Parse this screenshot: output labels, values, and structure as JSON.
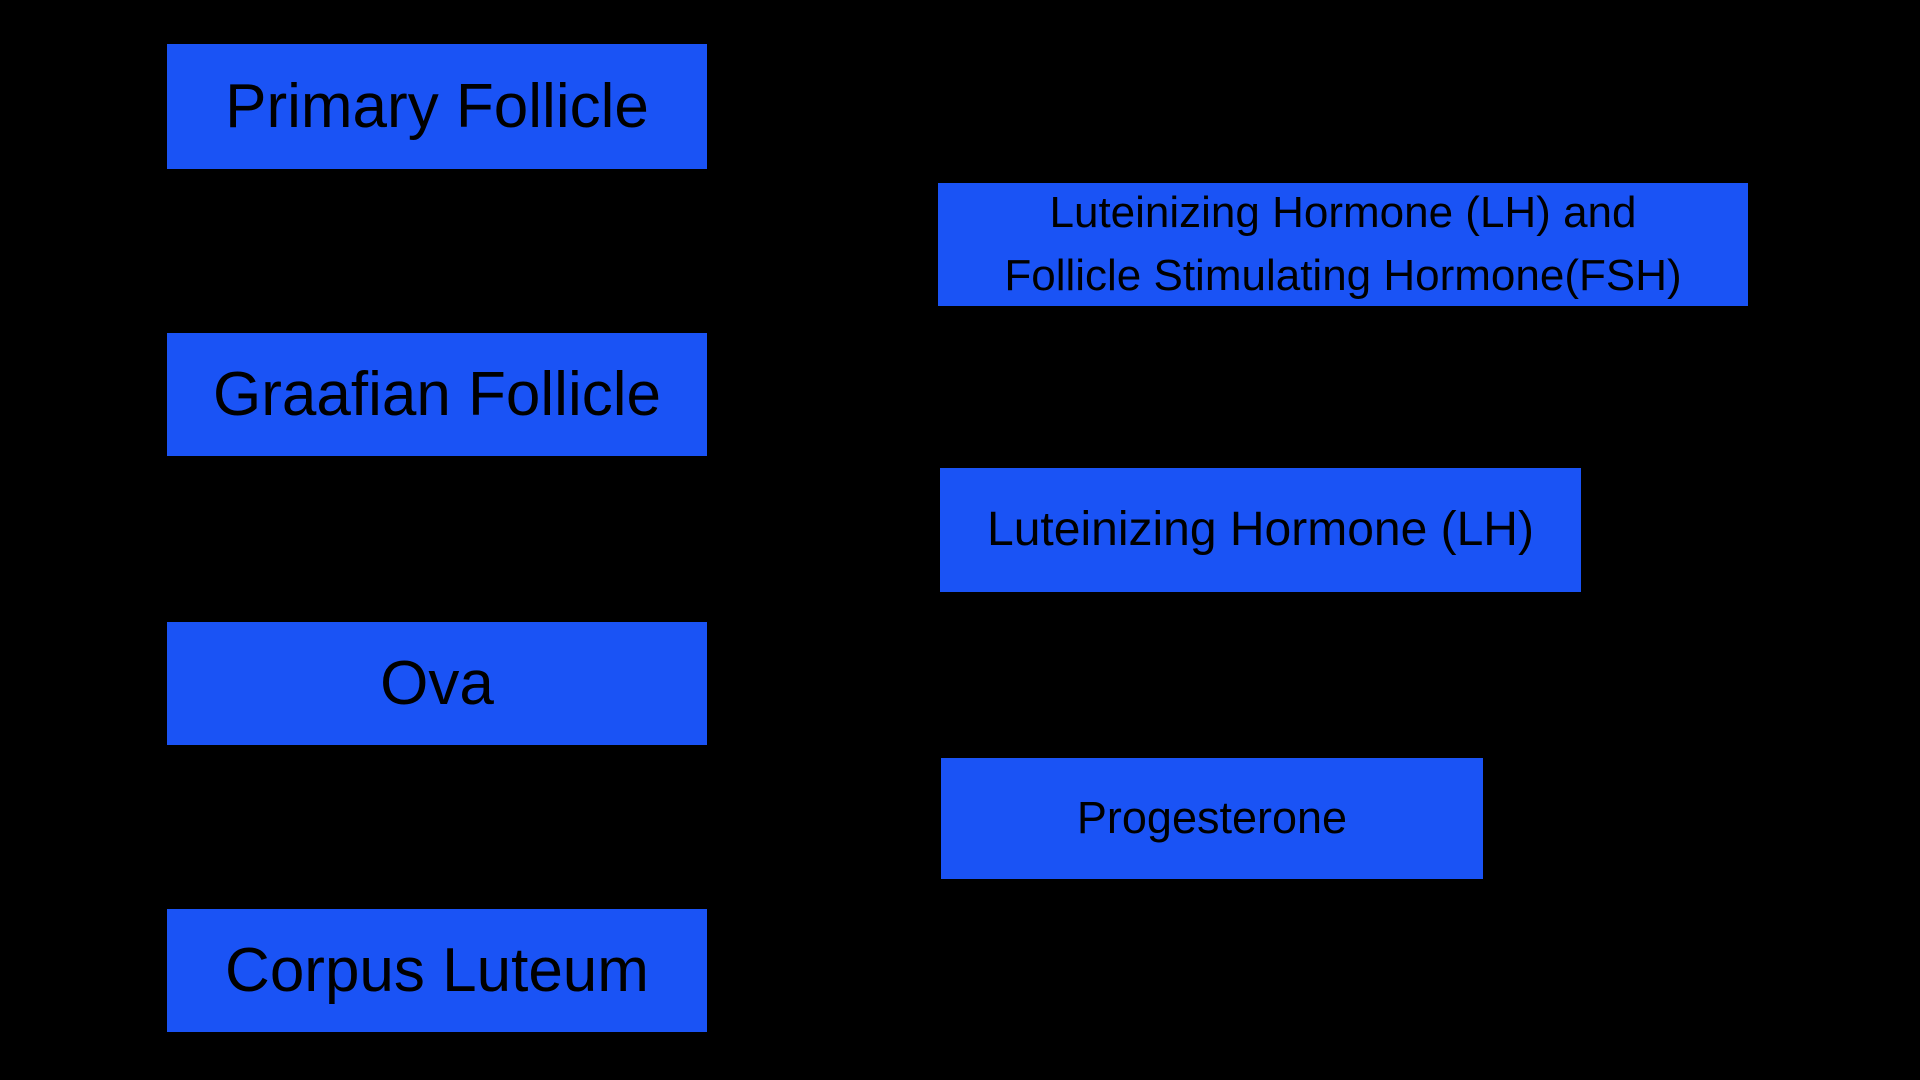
{
  "diagram": {
    "type": "flowchart",
    "background_color": "#000000",
    "node_fill_color": "#1a53f5",
    "node_text_color": "#000000",
    "left_column": [
      {
        "label": "Primary Follicle"
      },
      {
        "label": "Graafian Follicle"
      },
      {
        "label": "Ova"
      },
      {
        "label": "Corpus Luteum"
      }
    ],
    "right_column": [
      {
        "label": "Luteinizing Hormone (LH) and Follicle Stimulating Hormone(FSH)",
        "line1": "Luteinizing Hormone (LH) and",
        "line2": "Follicle Stimulating Hormone(FSH)"
      },
      {
        "label": "Luteinizing Hormone (LH)"
      },
      {
        "label": "Progesterone"
      }
    ]
  }
}
